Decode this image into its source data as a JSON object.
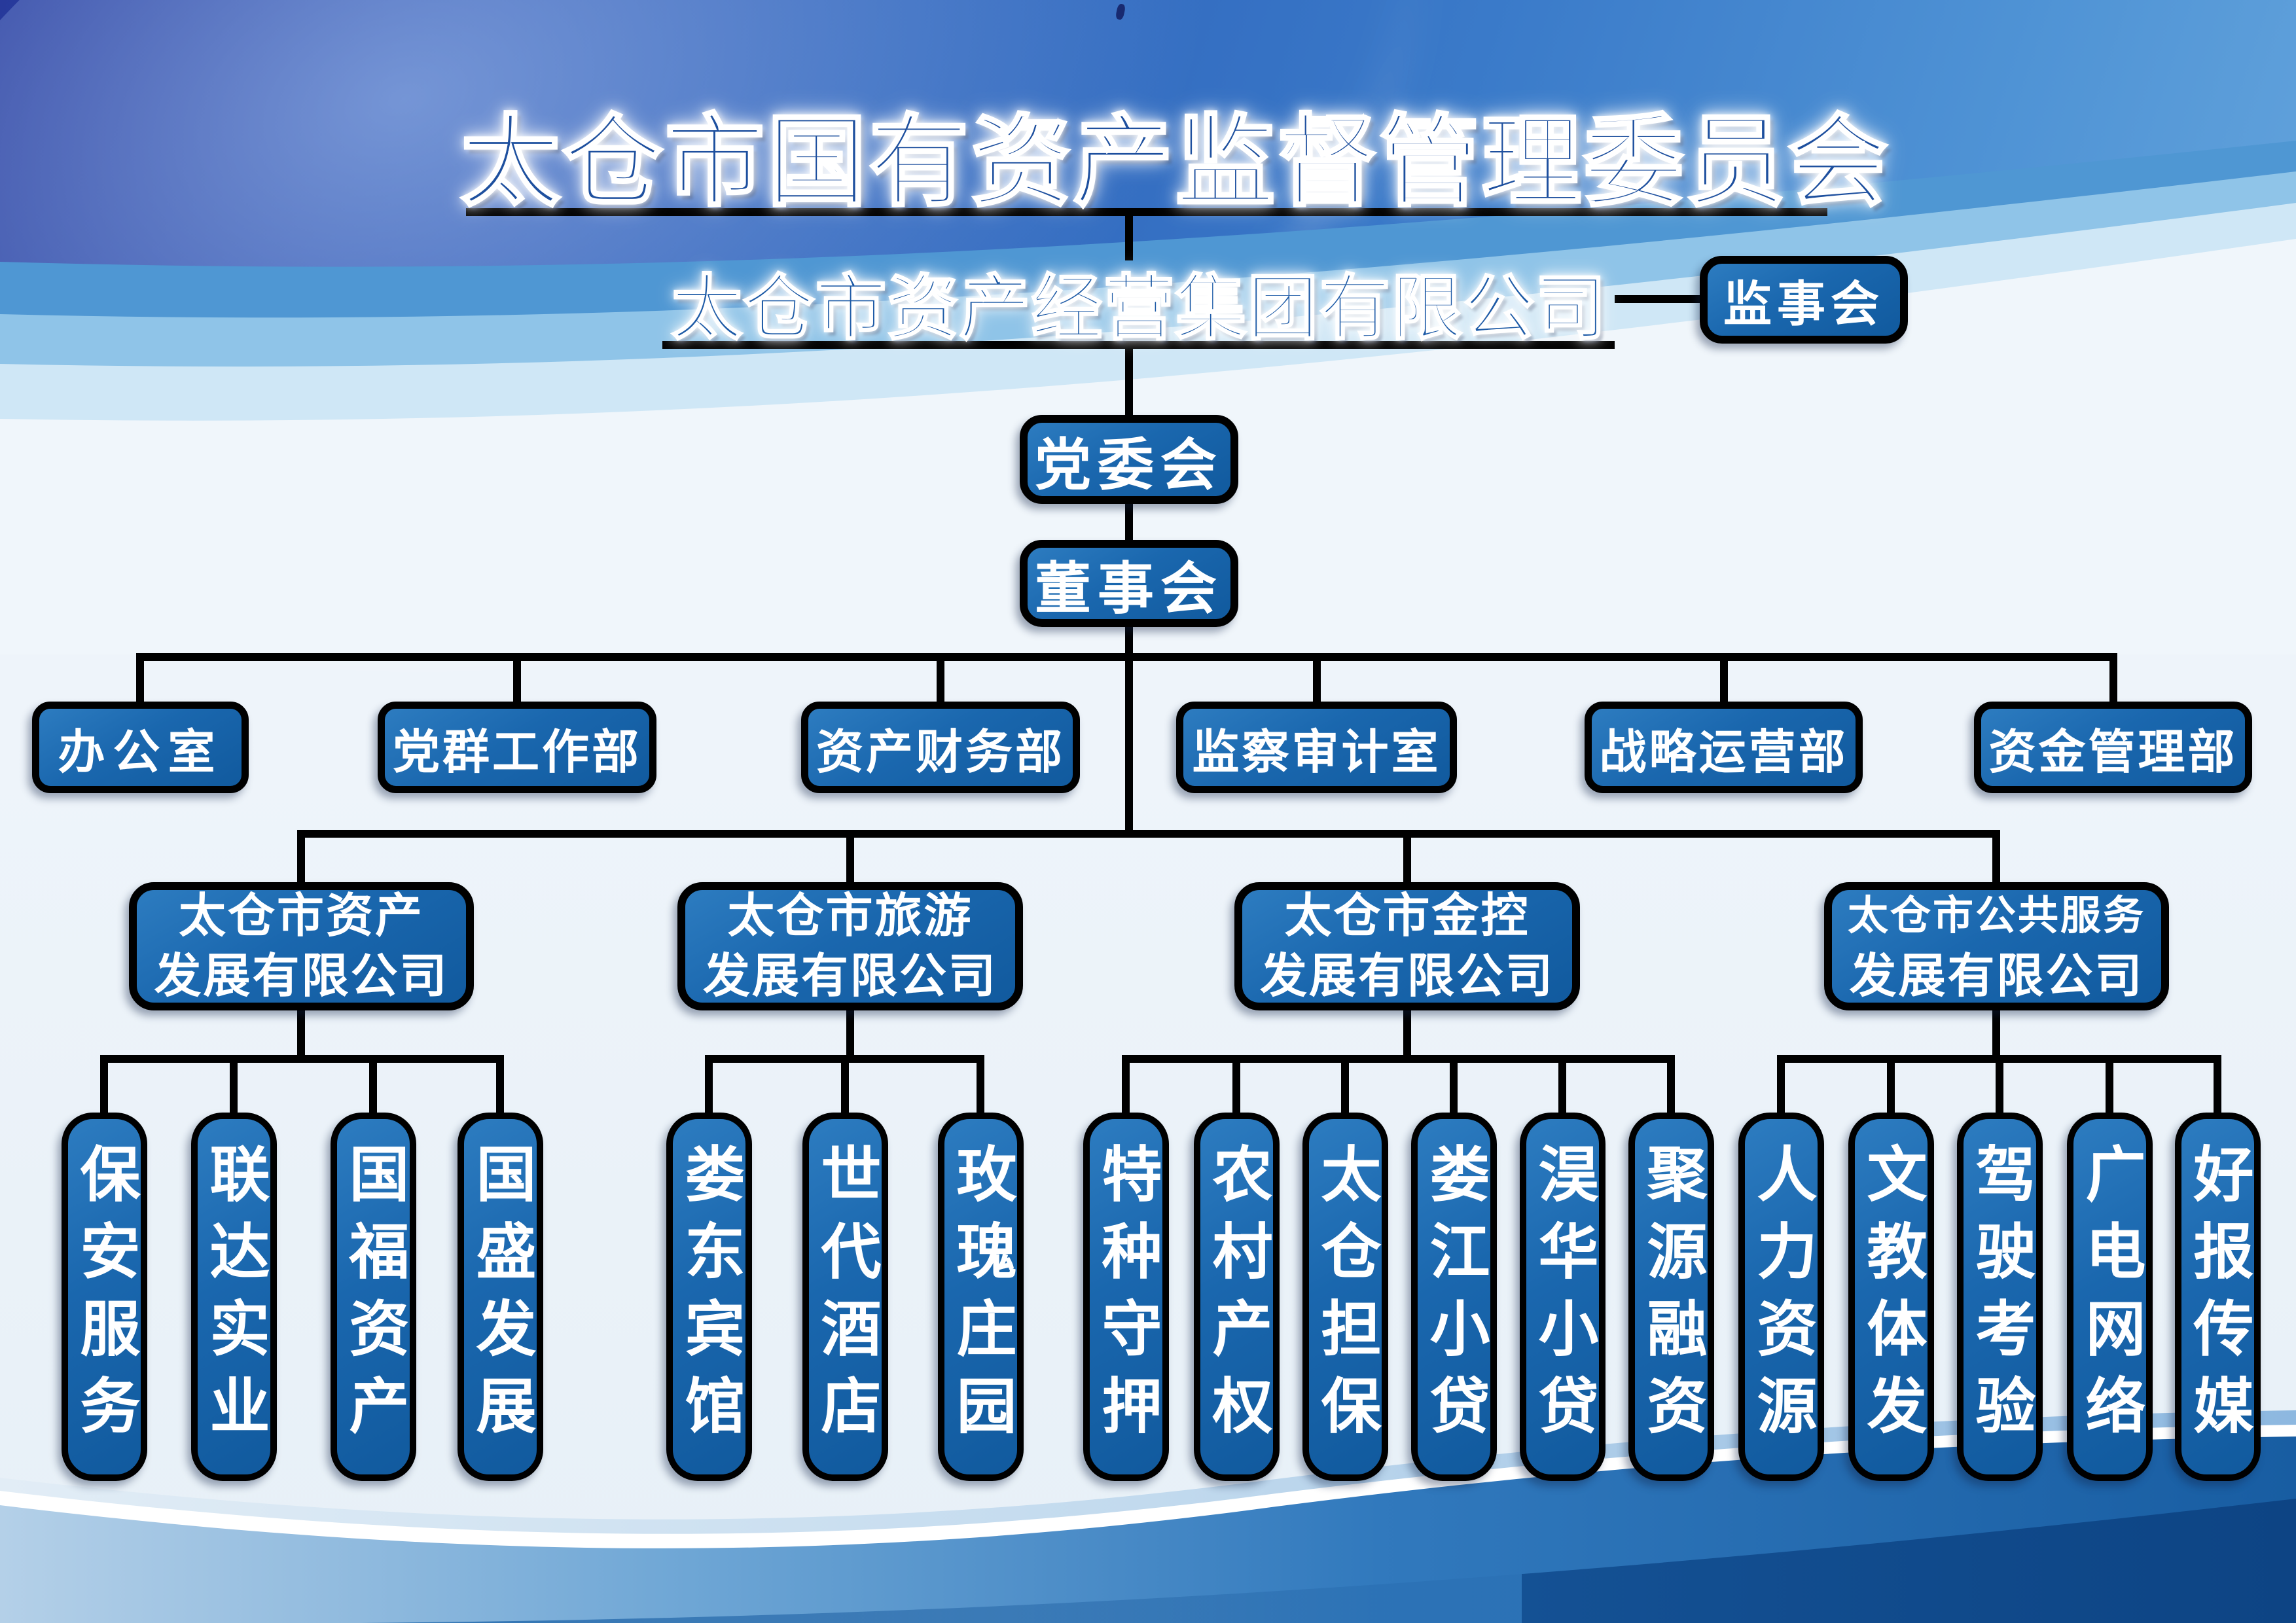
{
  "banner": {
    "title": "太仓市国有资产监督管理委员会"
  },
  "group": {
    "name": "太仓市资产经营集团有限公司"
  },
  "supervisory": {
    "label": "监事会"
  },
  "party_committee": {
    "label": "党委会"
  },
  "board": {
    "label": "董事会"
  },
  "departments": [
    {
      "label": "办公室"
    },
    {
      "label": "党群工作部"
    },
    {
      "label": "资产财务部"
    },
    {
      "label": "监察审计室"
    },
    {
      "label": "战略运营部"
    },
    {
      "label": "资金管理部"
    }
  ],
  "subsidiaries": [
    {
      "line1": "太仓市资产",
      "line2": "发展有限公司",
      "children": [
        {
          "label": "保安服务"
        },
        {
          "label": "联达实业"
        },
        {
          "label": "国福资产"
        },
        {
          "label": "国盛发展"
        }
      ]
    },
    {
      "line1": "太仓市旅游",
      "line2": "发展有限公司",
      "children": [
        {
          "label": "娄东宾馆"
        },
        {
          "label": "世代酒店"
        },
        {
          "label": "玫瑰庄园"
        }
      ]
    },
    {
      "line1": "太仓市金控",
      "line2": "发展有限公司",
      "children": [
        {
          "label": "特种守押"
        },
        {
          "label": "农村产权"
        },
        {
          "label": "太仓担保"
        },
        {
          "label": "娄江小贷"
        },
        {
          "label": "淏华小贷"
        },
        {
          "label": "聚源融资"
        }
      ]
    },
    {
      "line1": "太仓市公共服务",
      "line2": "发展有限公司",
      "children": [
        {
          "label": "人力资源"
        },
        {
          "label": "文教体发"
        },
        {
          "label": "驾驶考验"
        },
        {
          "label": "广电网络"
        },
        {
          "label": "好报传媒"
        }
      ]
    }
  ],
  "colors": {
    "node_fill": "#1a67ae",
    "node_border": "#000000",
    "connector": "#000000",
    "banner_blue": "#2b4cab",
    "wave_blue": "#1f66ad",
    "text": "#ffffff"
  }
}
